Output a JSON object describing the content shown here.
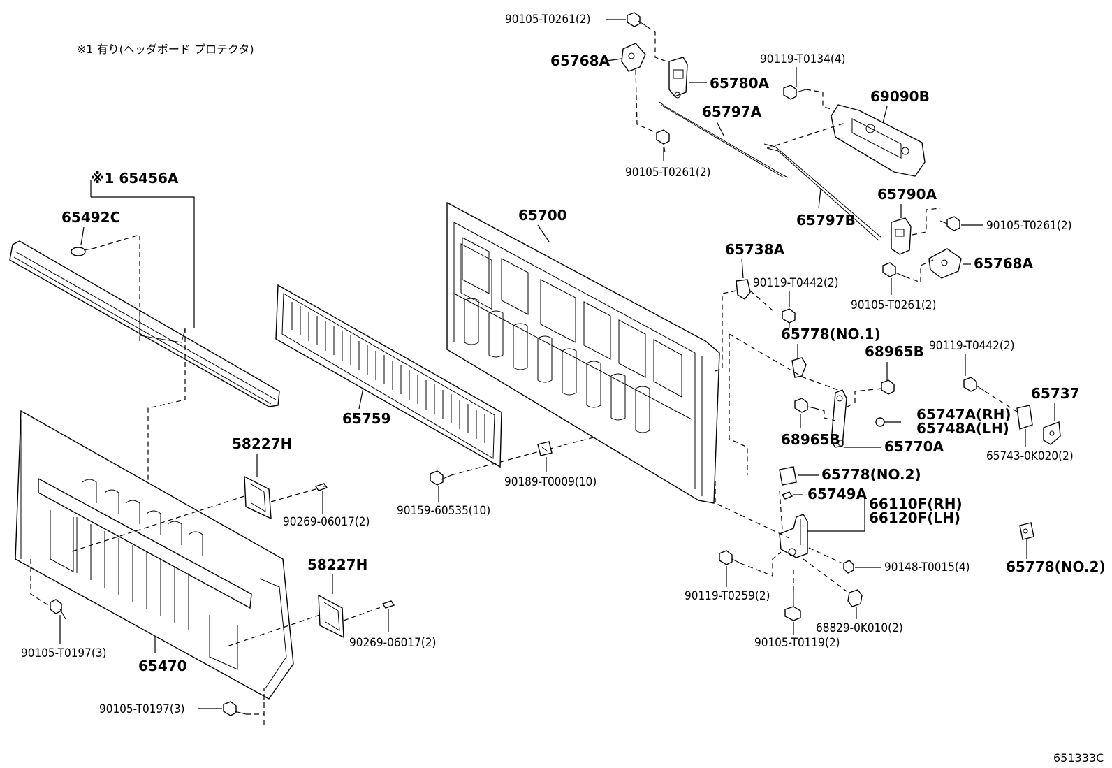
{
  "note": "※1 有り(ヘッダボード プロテクタ)",
  "figure_code": "651333C",
  "parts": {
    "p65456A": "※1 65456A",
    "p65492C": "65492C",
    "p65470": "65470",
    "p58227H_a": "58227H",
    "p58227H_b": "58227H",
    "p90269_a": "90269-06017(2)",
    "p90269_b": "90269-06017(2)",
    "p90105T0197_a": "90105-T0197(3)",
    "p90105T0197_b": "90105-T0197(3)",
    "p65759": "65759",
    "p65700": "65700",
    "p90159": "90159-60535(10)",
    "p90189": "90189-T0009(10)",
    "p90105T0261_a": "90105-T0261(2)",
    "p65768A_a": "65768A",
    "p65780A": "65780A",
    "p65797A": "65797A",
    "p90105T0261_b": "90105-T0261(2)",
    "p90119T0134": "90119-T0134(4)",
    "p69090B": "69090B",
    "p65797B": "65797B",
    "p65790A": "65790A",
    "p90105T0261_c": "90105-T0261(2)",
    "p65768A_b": "65768A",
    "p90105T0261_d": "90105-T0261(2)",
    "p65738A": "65738A",
    "p90119T0442_a": "90119-T0442(2)",
    "p65778_no1": "65778(NO.1)",
    "p68965B_a": "68965B",
    "p90119T0442_b": "90119-T0442(2)",
    "p65737": "65737",
    "p65747A": "65747A(RH)",
    "p65748A": "65748A(LH)",
    "p68965B_b": "68965B",
    "p65770A": "65770A",
    "p65743": "65743-0K020(2)",
    "p65778_no2a": "65778(NO.2)",
    "p65749A": "65749A",
    "p66110F": "66110F(RH)",
    "p66120F": "66120F(LH)",
    "p90148": "90148-T0015(4)",
    "p65778_no2b": "65778(NO.2)",
    "p90119T0259": "90119-T0259(2)",
    "p68829": "68829-0K010(2)",
    "p90105T0119": "90105-T0119(2)"
  }
}
